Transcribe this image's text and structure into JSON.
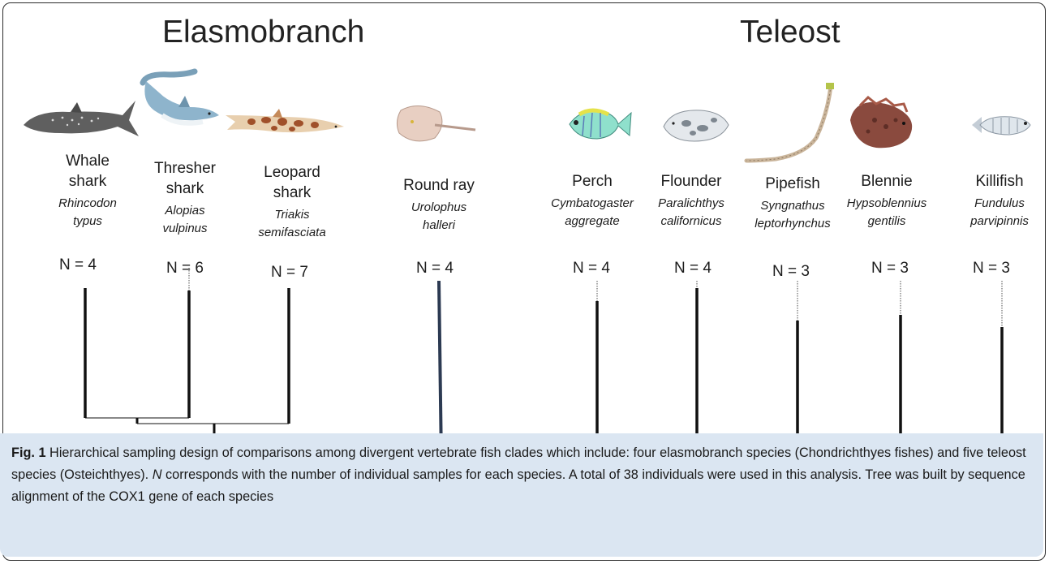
{
  "groups": {
    "elasmobranch": "Elasmobranch",
    "teleost": "Teleost"
  },
  "species": [
    {
      "common": "Whale\nshark",
      "latin": "Rhincodon\ntypus",
      "n": "N = 4"
    },
    {
      "common": "Thresher\nshark",
      "latin": "Alopias\nvulpinus",
      "n": "N = 6"
    },
    {
      "common": "Leopard\nshark",
      "latin": "Triakis\nsemifasciata",
      "n": "N = 7"
    },
    {
      "common": "Round ray",
      "latin": "Urolophus\nhalleri",
      "n": "N = 4"
    },
    {
      "common": "Perch",
      "latin": "Cymbatogaster\naggregate",
      "n": "N = 4"
    },
    {
      "common": "Flounder",
      "latin": "Paralichthys\ncalifornicus",
      "n": "N = 4"
    },
    {
      "common": "Pipefish",
      "latin": "Syngnathus\nleptorhynchus",
      "n": "N = 3"
    },
    {
      "common": "Blennie",
      "latin": "Hypsoblennius\ngentilis",
      "n": "N = 3"
    },
    {
      "common": "Killifish",
      "latin": "Fundulus\nparvipinnis",
      "n": "N = 3"
    }
  ],
  "caption": {
    "label": "Fig. 1",
    "part1": " Hierarchical sampling design of comparisons among divergent vertebrate fish clades which include: four elasmobranch species (Chondrichthyes fishes) and five teleost species (Osteichthyes). ",
    "italic_n": "N",
    "part2": " corresponds with the number of individual samples for each species. A total of 38 individuals were used in this analysis. Tree was built by sequence alignment of the COX1 gene of each species"
  },
  "colors": {
    "branch": "#111111",
    "ray_branch": "#2c3a52",
    "caption_bg": "#dbe6f2"
  },
  "illustrations": [
    "whale-shark-drawing",
    "thresher-shark-drawing",
    "leopard-shark-drawing",
    "round-ray-drawing",
    "perch-drawing",
    "flounder-drawing",
    "pipefish-drawing",
    "blennie-drawing",
    "killifish-drawing"
  ]
}
